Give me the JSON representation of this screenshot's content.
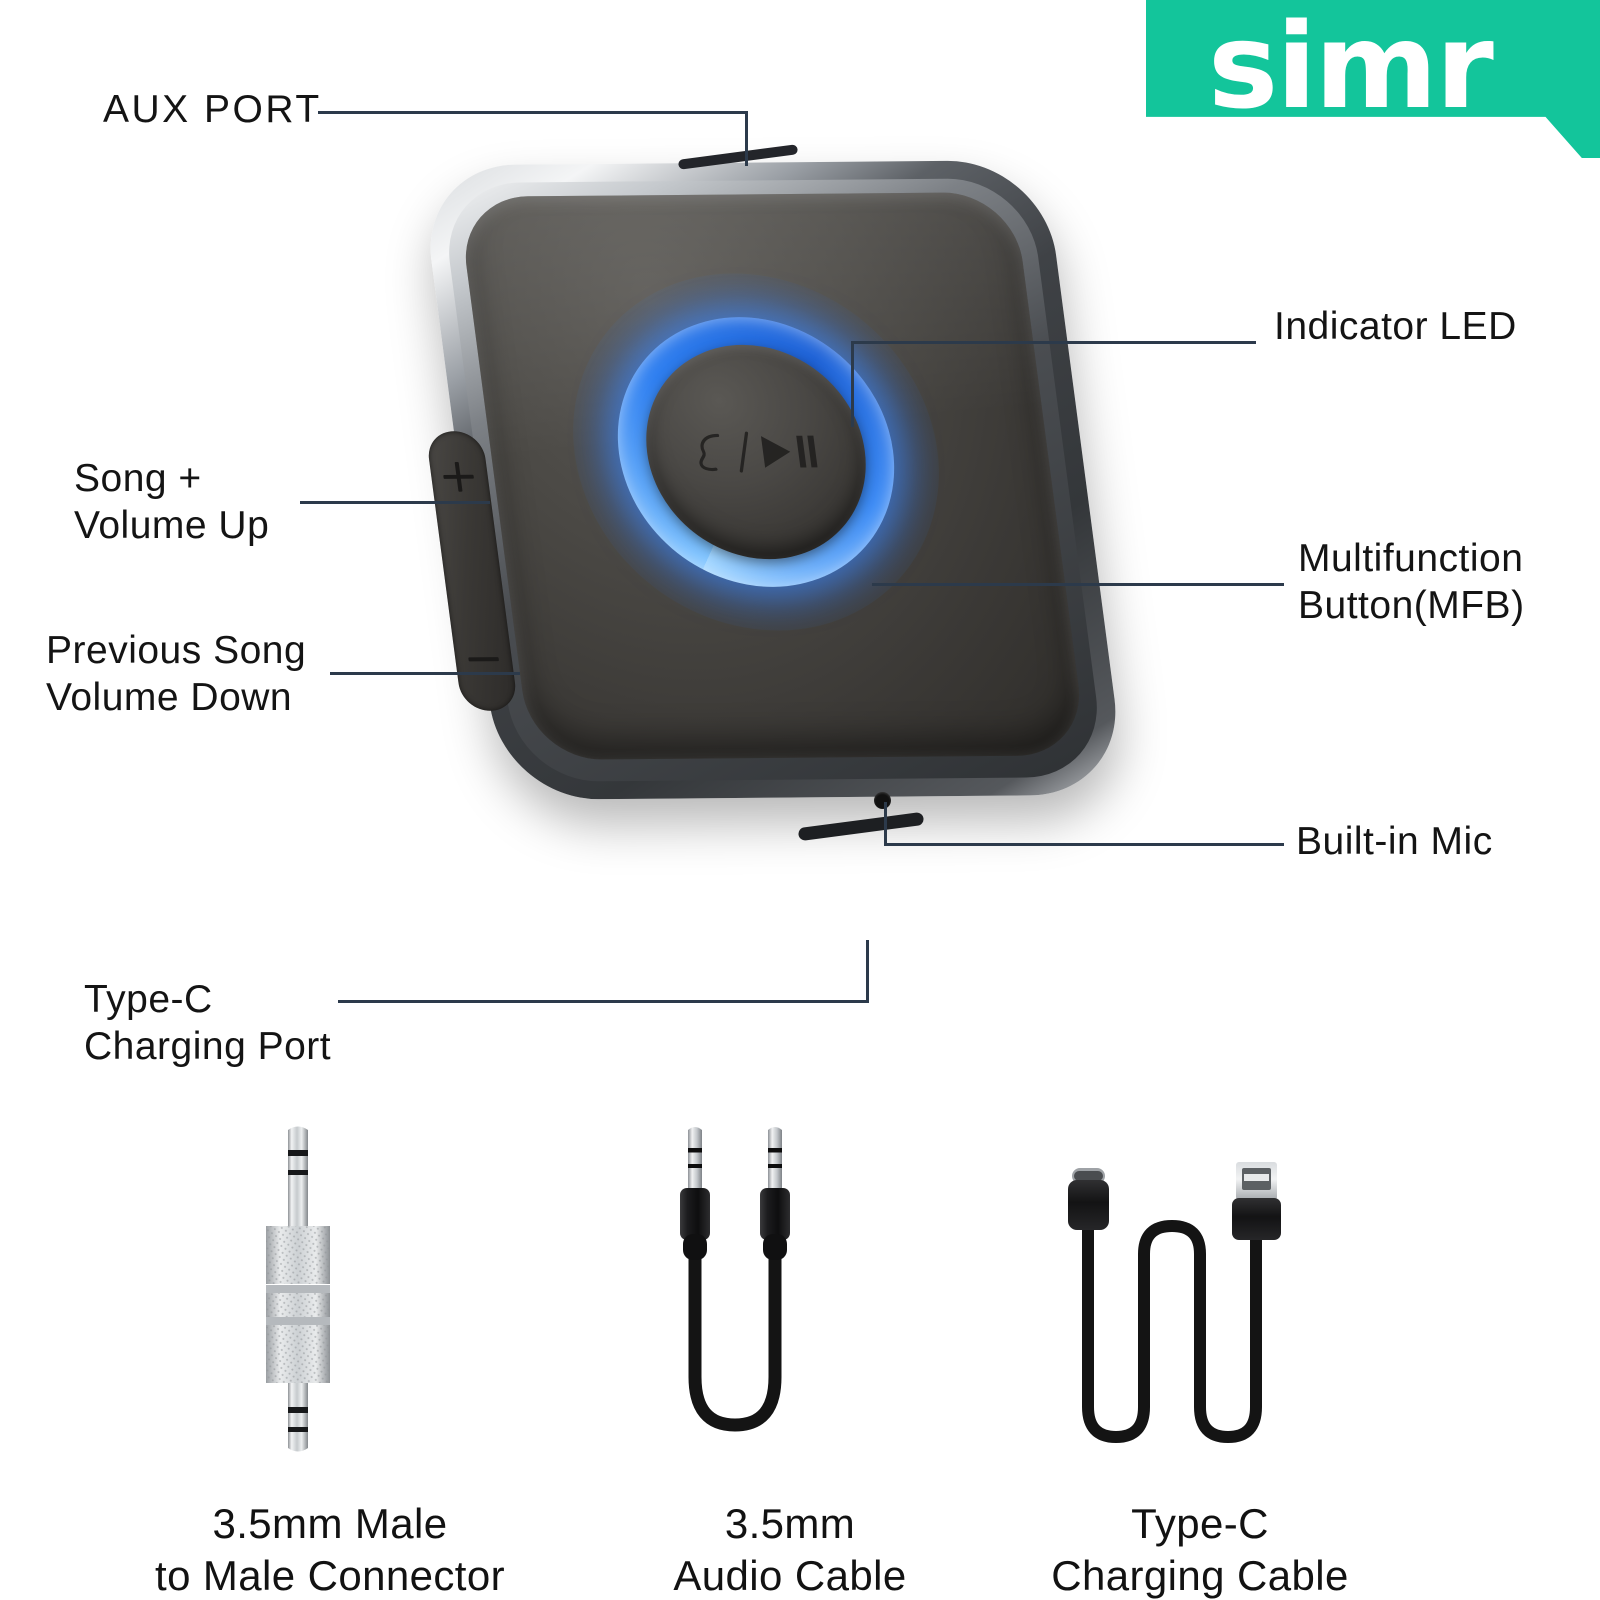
{
  "brand": {
    "wordmark": "simr",
    "banner_color": "#13c59b",
    "wordmark_color": "#ffffff"
  },
  "theme": {
    "background": "#ffffff",
    "leader_line_color": "#2c3a4b",
    "label_text_color": "#141414",
    "led_ring_color": "#3c8bf5",
    "device_body_color": "#3b3936",
    "device_bezel_color": "#c5c9cd"
  },
  "callouts": [
    {
      "id": "aux-port",
      "label": "AUX PORT",
      "side": "left"
    },
    {
      "id": "song-up",
      "label": "Song +\nVolume Up",
      "side": "left"
    },
    {
      "id": "prev-song",
      "label": "Previous Song\nVolume Down",
      "side": "left"
    },
    {
      "id": "type-c-port",
      "label": "Type-C\nCharging Port",
      "side": "left"
    },
    {
      "id": "indicator",
      "label": "Indicator LED",
      "side": "right"
    },
    {
      "id": "mfb",
      "label": "Multifunction\nButton(MFB)",
      "side": "right"
    },
    {
      "id": "mic",
      "label": "Built-in Mic",
      "side": "right"
    }
  ],
  "device": {
    "name": "bluetooth-audio-receiver",
    "mfb_glyphs": [
      "call-icon",
      "slash",
      "play-pause-icon"
    ],
    "side_button_marks": [
      "+",
      "-"
    ]
  },
  "accessories": [
    {
      "id": "male-to-male",
      "icon": "3.5mm-male-to-male-adapter",
      "caption": "3.5mm Male\nto Male Connector"
    },
    {
      "id": "audio-cable",
      "icon": "3.5mm-audio-cable",
      "caption": "3.5mm\nAudio Cable"
    },
    {
      "id": "charging-cable",
      "icon": "type-c-usb-charging-cable",
      "caption": "Type-C\nCharging Cable"
    }
  ]
}
